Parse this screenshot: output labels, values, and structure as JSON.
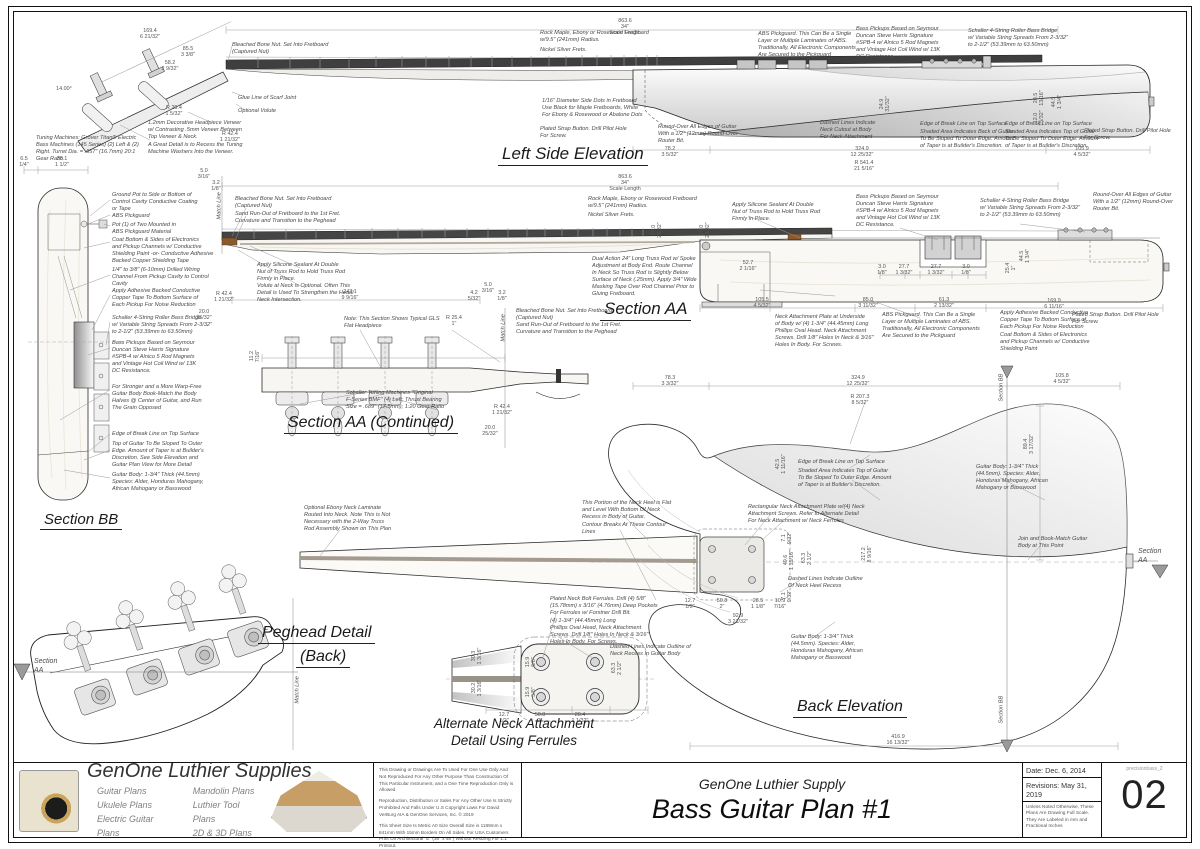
{
  "views": {
    "lse": {
      "title": "Left Side Elevation",
      "labels": [
        "Bleached Bone Nut. Set Into Fretboard\n(Captured Nut)",
        "Glue Line of Scarf Joint",
        "Optional Volute",
        "1.2mm Decorative Headpiece Veneer\nw/ Contrasting .5mm Veneer Between\nTop Veneer & Neck.",
        "A Great Detail is to Recess the Tuning\nMachine Washers Into the Veneer.",
        "Tuning Machines: Grover Titan® Electric\nBass Machines (145 Series) (2) Left & (2)\nRight. Turret Dia. = .657\" (16.7mm) 20:1\nGear Ratio",
        "Rock Maple, Ebony or Rosewood Fretboard\nw/9.5\" (241mm) Radius.",
        "Nickel Silver Frets.",
        "ABS Pickguard. This Can Be a Single\nLayer or Multiple Laminates of ABS.\nTraditionally, All Electronic Components\nAre Secured to the Pickguard",
        "Bass Pickups Based on Seymour\nDuncan Steve Harris Signature\n#SPB-4 w/ Alnico 5 Rod Magnets\nand Vintage Hot Coil Wind w/ 13K\nDC Resistance.",
        "Schaller 4-String Roller Bass Bridge\nw/ Variable String Spreads From 2-3/32\"\nto 2-1/2\" (53.39mm to 63.50mm)",
        "1/16\" Diameter Side Dots in Fretboard\nUse Black for Maple Fretboards, White\nFor Ebony & Rosewood or Abalone Dots",
        "Plated Strap Button. Drill Pilot Hole\nFor Screw.",
        "Round-Over All Edges of Guitar\nWith a 1/2\" (12mm) Round-Over\nRouter Bit.",
        "Dashed Lines Indicate\nNeck Cutout at Body\nFor Neck Attachment",
        "Edge of Break Line on Top Surface",
        "Shaded Area Indicates Back of Guitar\nTo Be Sloped To Outer Edge. Amount\nof Taper is at Builder's Discretion.",
        "Edge of Break Line on Top Surface",
        "Shaded Area Indicates Top of Guitar\nTo Be Sloped To Outer Edge. Amount\nof Taper is at Builder's Discretion.",
        "Plated Strap Button. Drill Pilot Hole\nFor Screw."
      ],
      "dims": [
        "169.4\n6 21/32\"",
        "85.5\n3 3/8\"",
        "58.2\n2 9/32\"",
        "14.00°",
        "R 29.4\n1 5/32\"",
        "R 42.4\n1 21/32\"",
        "863.6\n34\"\nScale Length",
        "78.2\n3 5/32\"",
        "324.9\n12 25/32\"",
        "105.9\n4 5/32\"",
        "R 541.4\n21 5/16\"",
        "24.9\n31/32\"",
        "20.5\n13/16\"",
        "44.5\n1 3/4\"",
        "12.0\n15/32\""
      ]
    },
    "saa": {
      "title": "Section AA",
      "labels": [
        "Match Line",
        "Bleached Bone Nut. Set Into Fretboard\n(Captured Nut)",
        "Sand Run-Out of Fretboard to the 1st Fret.\nCurvature and Transition to the Peghead",
        "Apply Silicone Sealant At Double\nNut of Truss Rod to Hold Truss Rod\nFirmly in Place.",
        "Volute at Neck is Optional. Often This\nDetail is Used To Strengthen the Head/\nNeck Intersection.",
        "Rock Maple, Ebony or Rosewood Fretboard\nw/9.5\" (241mm) Radius.",
        "Nickel Silver Frets.",
        "Apply Silicone Sealant At Double\nNut of Truss Rod to Hold Truss Rod\nFirmly in Place.",
        "Bass Pickups Based on Seymour\nDuncan Steve Harris Signature\n#SPB-4 w/ Alnico 5 Rod Magnets\nand Vintage Hot Coil Wind w/ 13K\nDC Resistance.",
        "Schaller 4-String Roller Bass Bridge\nw/ Variable String Spreads From 2-3/32\"\nto 2-1/2\" (53.39mm to 63.50mm)",
        "Round-Over All Edges of Guitar\nWith a 1/2\" (12mm) Round-Over\nRouter Bit.",
        "Dual Action 24\" Long Truss Rod w/ Spoke\nAdjustment at Body End. Route Channel\nIn Neck So Truss Rod is Slightly Below\nSurface of Neck (.25mm). Apply 3/4\" Wide\nMasking Tape Over Rod Channel Prior to\nGluing Fretboard.",
        "Neck Attachment Plate at Underside\nof Body w/ (4) 1-3/4\" (44.45mm) Long\nPhillips Oval Head. Neck Attachment\nScrews.  Drill 1/8\" Holes In Neck & 3/16\"\nHoles In Body. For Screws.",
        "ABS Pickguard. This Can Be a Single\nLayer or Multiple Laminates of ABS.\nTraditionally, All Electronic Components\nAre Secured to the Pickguard",
        "Apply Adhesive Backed Conductive\nCopper Tape To Bottom Surface of\nEach Pickup For Noise Reduction",
        "Coat Bottom & Sides of Electronics\nand Pickup Channels w/ Conductive\nShielding Paint",
        "Plated Strap Button. Drill Pilot Hole\nFor Screw."
      ],
      "dims": [
        "5.0\n3/16\"",
        "3.2\n1/8\"",
        "863.6\n34\"\nScale Length",
        "243.1\n9 9/16\"",
        "R 42.4\n1 21/32\"",
        "20.0\n25/32\"",
        "4.2\n5/32\"",
        "5.0\n3/16\"",
        "3.2\n1/8\"",
        "52.7\n2 1/16\"",
        "105.5\n4 5/32\"",
        "85.0\n3 11/32\"",
        "61.3\n2 13/32\"",
        "3.0\n1/8\"",
        "27.7\n1 3/32\"",
        "27.7\n1 3/32\"",
        "3.0\n1/8\"",
        "169.9\n6 11/16\"",
        "44.5\n1 3/4\"",
        "25.4\n1\"",
        "23.0\n29/32\"",
        "23.0\n29/32\""
      ]
    },
    "sac": {
      "title": "Section AA (Continued)",
      "labels": [
        "Note: This Section Shows Typical GLS\nFlat Headpiece",
        "Schaller  Tuning Machines \"Original\nF-Series BMF\" (4) Left; Thrust Bearing\nSize = .689\" (17.5mm); 1:20 Gear Ratio",
        "Match Line",
        "Bleached Bone Nut. Set Into Fretboard\n(Captured Nut)",
        "Sand Run-Out of Fretboard to the 1st Fret.\nCurvature and Transition to the Peghead"
      ],
      "dims": [
        "R 25.4\n1\"",
        "R 42.4\n1 21/32\"",
        "20.0\n25/32\"",
        "11.2\n7/16\""
      ]
    },
    "sbb": {
      "title": "Section BB",
      "labels": [
        "Ground Pot to Side or Bottom of\nControl Cavity Conductive Coating\nor Tape",
        "ABS Pickguard",
        "Pot (1) of Two Mounted in\nABS Pickguard Material",
        "Coat Bottom & Sides of Electronics\nand Pickup Channels w/ Conductive\nShielding Paint -or- Conductive Adhesive\nBacked Copper Shielding Tape",
        "1/4\" to 3/8\" (6-10mm) Drilled Wiring\nChannel From Pickup Cavity to Control\nCavity",
        "Apply Adhesive Backed Conductive\nCopper Tape To Bottom Surface of\nEach Pickup For Noise Reduction",
        "Schaller 4-String Roller Bass Bridge\nw/ Variable String Spreads From 2-3/32\"\nto 2-1/2\" (53.39mm to 63.50mm)",
        "Bass Pickups Based on Seymour\nDuncan Steve Harris Signature\n#SPB-4 w/ Alnico 5 Rod Magnets\nand Vintage Hot Coil Wind w/ 13K\nDC Resistance.",
        "For Stronger and a More Warp-Free\nGuitar Body Book-Match the Body\nHalves @ Center of Guitar, and Run\nThe Grain Opposed",
        "Edge of Break Line on Top Surface",
        "Top of Guitar To Be Sloped To Outer\nEdge. Amount of Taper is at Builder's\nDiscretion. See Side Elevation and\nGuitar Plan View for More Detail",
        "Guitar Body: 1-3/4\" Thick (44.5mm)\nSpecies: Alder, Honduras Mahogany,\nAfrican Mahogany or Basswood"
      ],
      "dims": [
        "6.5\n1/4\"",
        "38.1\n1 1/2\""
      ]
    },
    "pgh": {
      "title_line1": "Peghead Detail",
      "title_line2": "(Back)",
      "labels": [
        "Section\nAA",
        "Match Line"
      ]
    },
    "alt": {
      "title_line1": "Alternate Neck Attachment",
      "title_line2": "Detail Using Ferrules",
      "labels": [
        "Plated Neck Bolt Ferrules. Drill (4) 5/8\"\n(15.78mm) x 3/16\" (4.76mm) Deep Pockets\nFor Ferrules w/ Forstner Drill Bit.",
        "(4) 1-3/4\"  (44.45mm) Long\nPhillips Oval Head, Neck Attachment\nScrews.  Drill 1/8\" Holes In Neck & 3/16\"\nHoles In Body. For Screws.",
        "Dashed Lines Indicate Outline of\nNeck Recess In Guitar Body"
      ],
      "dims": [
        "12.7\n1/2\"",
        "50.8\n2\"",
        "28.4\n1 1/32\"",
        "30.3\n1 3/16\"",
        "30.2\n1 3/16\"",
        "15.9\n5/8\"",
        "15.9\n5/8\"",
        "63.3\n2 1/2\""
      ]
    },
    "bel": {
      "title": "Back Elevation",
      "labels": [
        "Optional Ebony Neck Laminate\nRouted Into Neck. Note This is Not\nNecessary with the 2-Way Truss\nRod Assembly Shown on This Plan",
        "This Portion of the Neck Heel is Flat\nand Level With Bottom Of Neck\nRecess in Body of Guitar.",
        "Contour Breaks At These Contour\nLines",
        "Rectangular Neck Attachment Plate w/(4) Neck\nAttachment Screws. Refer to Alternate Detail\nFor Neck Attachment w/ Neck Ferrules",
        "Edge of Break Line on Top Surface",
        "Shaded Area Indicates Top of Guitar\nTo Be Sloped To Outer Edge. Amount\nof Taper is at Builder's Discretion.",
        "Dashed Lines Indicate Outline\nOf Neck Heel Recess",
        "Guitar Body: 1-3/4\" Thick\n(44.5mm). Species: Alder,\nHonduras Mahogany, African\nMahogany or Basswood",
        "Guitar Body: 1-3/4\" Thick\n(44.5mm). Species: Alder,\nHonduras Mahogany, African\nMahogany or Basswood",
        "Join and Book-Match Guitar\nBody at This Point",
        "Section\nAA",
        "Section BB",
        "Section BB"
      ],
      "dims": [
        "78.3\n3 3/32\"",
        "324.9\n12 25/32\"",
        "105.8\n4 5/32\"",
        "R 207.3\n8 5/32\"",
        "89.4\n3 17/32\"",
        "42.5\n1 11/16\"",
        "217.2\n8 9/16\"",
        "49.6\n1 15/16\"",
        "63.3\n2 1/2\"",
        "7.1\n9/32\"",
        "7.1\n9/32\"",
        "12.7\n1/2\"",
        "50.8\n2\"",
        "28.5\n1 1/8\"",
        "10.9\n7/16\"",
        "92.9\n3 21/32\"",
        "416.9\n16 13/32\""
      ]
    }
  },
  "title_block": {
    "logo_name": "GenOne Luthier Supplies",
    "plans_col1": {
      "a": "Guitar Plans",
      "b": "Ukulele Plans",
      "c": "Electric Guitar Plans"
    },
    "plans_col2": {
      "a": "Mandolin Plans",
      "b": "Luthier Tool Plans",
      "c": "2D & 3D Plans"
    },
    "disclaimer_p1": "This Drawing or Drawings Are To Used For One Use Only And Not Reproduced For Any Other Purpose Than Construction Of This Particular Instrument, and a One Time Reproduction Only is Allowed",
    "disclaimer_p2": "Reproduction, Distribution or Sales For Any Other Use Is Strictly Prohibited And Falls Under U.S Copyright Laws For David VerBurg AIA & GenOne Services, Inc. © 2019",
    "disclaimer_p3": "This Sheet Size Is Metric A0 Size Overall Size is 1189mm x 841mm With 15mm Borders On All Sides. For USA Customers Print On Architectural \"E\" (36\" x 48\") Without Resizing For 1:1 Printout.",
    "company": "GenOne Luthier Supply",
    "sheet_title": "Bass Guitar Plan #1",
    "date": "Date: Dec. 6, 2014",
    "revisions": "Revisions: May 31, 2019",
    "scale_note": "Unless Noted Otherwise, These Plans Are Drawing Full Scale. They Are Labeled in mm and Fractional Inches",
    "file_label": "precisionbass_2",
    "sheet_number": "02"
  }
}
